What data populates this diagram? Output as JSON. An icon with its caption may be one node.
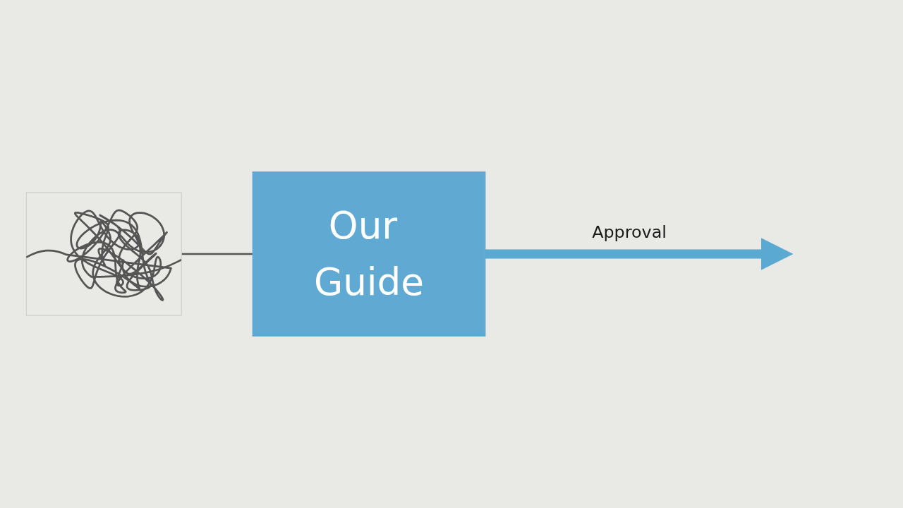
{
  "diagram": {
    "nodes": [
      {
        "text": [],
        "shape": "picture"
      },
      {
        "text": [
          "Our Guide"
        ]
      }
    ],
    "edges": [
      {
        "from": 0,
        "to": 1,
        "arrow": "none"
      },
      {
        "from": 1,
        "to": null,
        "arrow": "to",
        "label": "Approval",
        "style": "thick",
        "color": "#5aa9d3"
      }
    ]
  }
}
